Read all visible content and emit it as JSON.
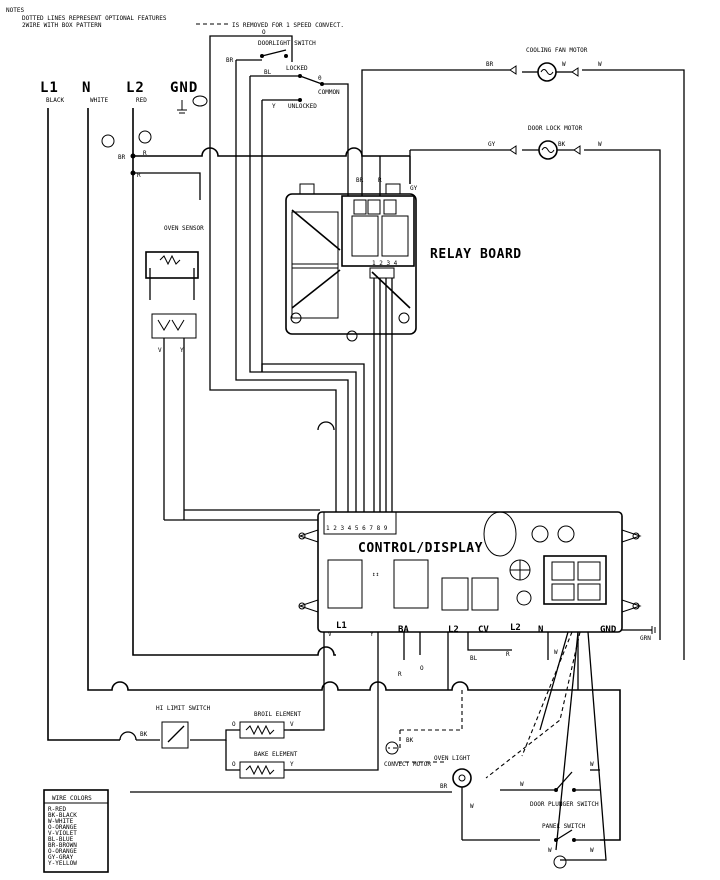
{
  "notes": {
    "heading": "NOTES",
    "line1": "DOTTED LINES REPRESENT OPTIONAL FEATURES",
    "line2": "2WIRE WITH BOX PATTERN",
    "line3": "IS REMOVED FOR 1 SPEED CONVECT."
  },
  "supply": {
    "l1": "L1",
    "n": "N",
    "l2": "L2",
    "gnd": "GND",
    "l1_color": "BLACK",
    "n_color": "WHITE",
    "l2_color": "RED"
  },
  "door_lock_switches": {
    "doorlight_switch": "DOORLIGHT SWITCH",
    "locked": "LOCKED",
    "common": "COMMON",
    "unlocked": "UNLOCKED",
    "o_label": "O",
    "br_label": "BR",
    "bl_label": "BL",
    "y_label": "Y"
  },
  "cooling_fan": {
    "label": "COOLING FAN MOTOR",
    "br": "BR",
    "w": "W"
  },
  "door_lock_motor": {
    "label": "DOOR LOCK MOTOR",
    "gy": "GY",
    "bk": "BK",
    "w": "W"
  },
  "relay_board": {
    "label": "RELAY BOARD",
    "pins": "1 2 3 4",
    "br": "BR",
    "r": "R",
    "gy": "GY"
  },
  "oven_sensor": {
    "label": "OVEN SENSOR",
    "v": "V",
    "y": "Y"
  },
  "control_display": {
    "label": "CONTROL/DISPLAY",
    "connector_pins": "1 2 3 4 5 6 7 8 9",
    "terminals": [
      "L1",
      "BA",
      "L2",
      "CV",
      "L2",
      "N",
      "GND"
    ]
  },
  "hi_limit": {
    "label": "HI LIMIT SWITCH",
    "bk": "BK"
  },
  "broil_element": {
    "label": "BROIL ELEMENT",
    "o": "O",
    "v": "V"
  },
  "bake_element": {
    "label": "BAKE ELEMENT",
    "o": "O",
    "y": "Y"
  },
  "convect_motor": {
    "label": "CONVECT MOTOR",
    "bk": "BK"
  },
  "oven_light": {
    "label": "OVEN LIGHT",
    "br": "BR",
    "w": "W"
  },
  "door_plunger_switch": {
    "label": "DOOR PLUNGER SWITCH",
    "w": "W"
  },
  "panel_switch": {
    "label": "PANEL SWITCH",
    "w": "W"
  },
  "ground": {
    "label": "GRN"
  },
  "wire_colors": {
    "title": "WIRE COLORS",
    "entries": [
      "R-RED",
      "BK-BLACK",
      "W-WHITE",
      "O-ORANGE",
      "V-VIOLET",
      "BL-BLUE",
      "BR-BROWN",
      "O-ORANGE",
      "GY-GRAY",
      "Y-YELLOW"
    ]
  }
}
